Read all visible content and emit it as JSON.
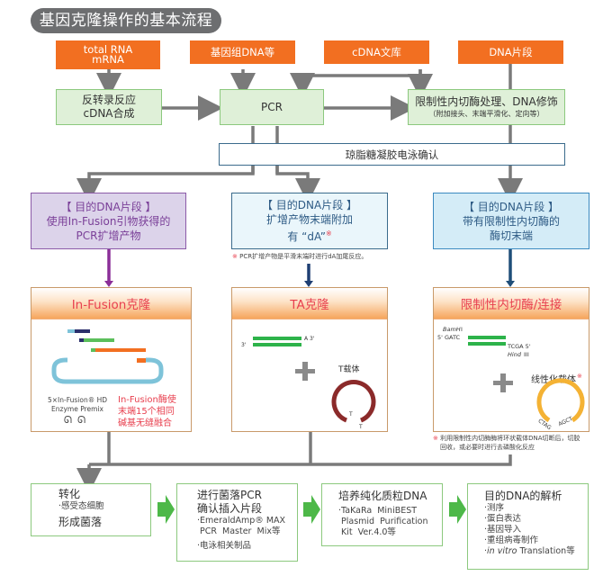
{
  "title": "基因克隆操作的基本流程",
  "sources": [
    {
      "line1": "total  RNA",
      "line2": "mRNA"
    },
    {
      "label": "基因组DNA等"
    },
    {
      "label": "cDNA文库"
    },
    {
      "label": "DNA片段"
    }
  ],
  "process": {
    "rt": {
      "line1": "反转录反应",
      "line2": "cDNA合成"
    },
    "pcr": {
      "label": "PCR"
    },
    "restriction": {
      "line1": "限制性内切酶处理、DNA修饰",
      "line2": "（附加接头、末端平滑化、定向等）"
    },
    "gel": {
      "label": "琼脂糖凝胶电泳确认"
    }
  },
  "targets": [
    {
      "line1": "【 目的DNA片段 】",
      "line2": "使用In-Fusion引物获得的",
      "line3": "PCR扩增产物"
    },
    {
      "line1": "【 目的DNA片段 】",
      "line2": "扩增产物末端附加",
      "line3": "有 “dA”",
      "mark": "※"
    },
    {
      "line1": "【 目的DNA片段 】",
      "line2": "带有限制性内切酶的",
      "line3": "酶切末端"
    }
  ],
  "notes": {
    "ta": {
      "mark": "※",
      "text": "PCR扩增产物是平滑末端时进行dA加尾反应。"
    },
    "restriction": {
      "mark": "※",
      "line1": "利用限制性内切酶酶将环状载体DNA切断后，切胶",
      "line2": "回收，或必要时进行去磷酸化反应"
    }
  },
  "methods": {
    "infusion": {
      "title": "In-Fusion克隆",
      "enzyme_line1": "5×In-Fusion® HD",
      "enzyme_line2": "Enzyme Premix",
      "desc_line1": "In-Fusion酶使",
      "desc_line2": "末端15个相同",
      "desc_line3": "碱基无缝融合"
    },
    "ta": {
      "title": "TA克隆",
      "end_a": "A 3'",
      "end_3": "3'",
      "vector_label": "T载体",
      "t1": "T",
      "t2": "T"
    },
    "restriction": {
      "title": "限制性内切酶/连接",
      "bam": "BamH",
      "bam_num": "I",
      "five_gatc": "5'  GATC",
      "tcga": "TCGA 5'",
      "hind": "Hind",
      "hind_num": "III",
      "vector_label": "线性化载体",
      "mark": "※",
      "ctag": "CTAG",
      "agct": "AGCT"
    }
  },
  "steps": [
    {
      "title": "转化",
      "items": [
        "·感受态细胞"
      ],
      "title2": "形成菌落"
    },
    {
      "title": "进行菌落PCR",
      "title_b": "确认插入片段",
      "items": [
        "·EmeraldAmp® MAX",
        " PCR  Master  Mix等",
        "·电泳相关制品"
      ]
    },
    {
      "title": "培养纯化质粒DNA",
      "items": [
        "·TaKaRa  MiniBEST",
        " Plasmid  Purification",
        " Kit  Ver.4.0等"
      ]
    },
    {
      "title": "目的DNA的解析",
      "items": [
        "·测序",
        "·蛋白表达",
        "·基因导入",
        "·重组病毒制作"
      ],
      "last_italic": "in  vitro",
      "last_rest": " Translation等"
    }
  ],
  "colors": {
    "source_orange": "#f26f21",
    "process_green": "#dff0d8",
    "purple": "#7a3f98",
    "navy": "#1f4e79",
    "accent_red": "#e8404f",
    "arrow_green": "#4db848"
  }
}
